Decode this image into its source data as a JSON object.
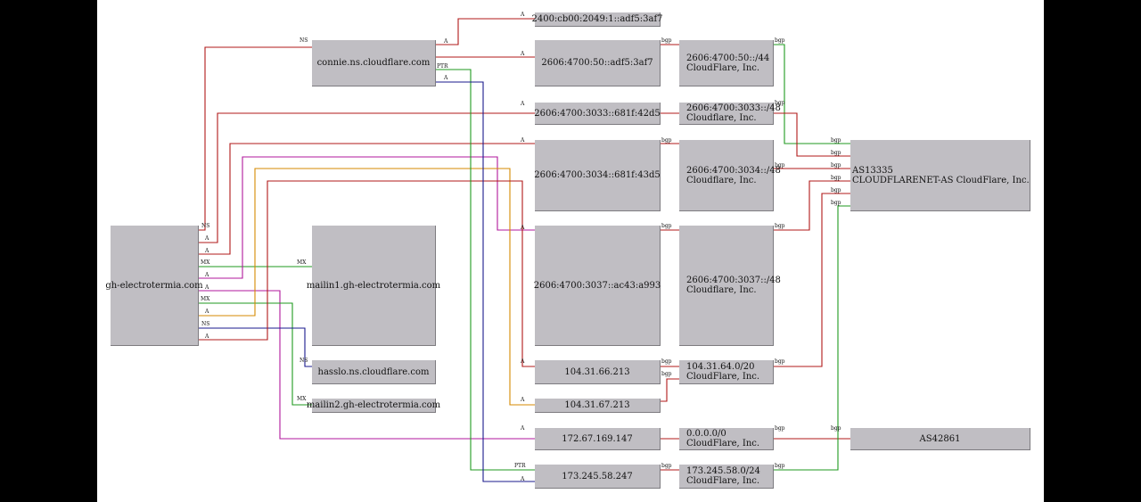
{
  "nodes": {
    "domain": "gh-electrotermia.com",
    "ns_connie": "connie.ns.cloudflare.com",
    "ns_hasslo": "hasslo.ns.cloudflare.com",
    "mail1": "mailin1.gh-electrotermia.com",
    "mail2": "mailin2.gh-electrotermia.com",
    "ip6_a": "2400:cb00:2049:1::adf5:3af7",
    "ip6_b": "2606:4700:50::adf5:3af7",
    "ip6_c": "2606:4700:3033::681f:42d5",
    "ip6_d": "2606:4700:3034::681f:43d5",
    "ip6_e": "2606:4700:3037::ac43:a993",
    "ip4_a": "104.31.66.213",
    "ip4_b": "104.31.67.213",
    "ip4_c": "172.67.169.147",
    "ip4_d": "173.245.58.247",
    "net_50": [
      "2606:4700:50::/44",
      "CloudFlare, Inc."
    ],
    "net_3033": [
      "2606:4700:3033::/48",
      "Cloudflare, Inc."
    ],
    "net_3034": [
      "2606:4700:3034::/48",
      "Cloudflare, Inc."
    ],
    "net_3037": [
      "2606:4700:3037::/48",
      "Cloudflare, Inc."
    ],
    "net_104": [
      "104.31.64.0/20",
      "CloudFlare, Inc."
    ],
    "net_zero": [
      "0.0.0.0/0",
      "CloudFlare, Inc."
    ],
    "net_173": [
      "173.245.58.0/24",
      "CloudFlare, Inc."
    ],
    "as13335": [
      "AS13335",
      "CLOUDFLARENET-AS CloudFlare, Inc."
    ],
    "as42861": "AS42861"
  },
  "edge_labels": {
    "ns": "NS",
    "a": "A",
    "mx": "MX",
    "ptr": "PTR",
    "bgp": "bgp"
  },
  "colors": {
    "ns": "#1a1a8c",
    "a": "#b01818",
    "mx": "#1f9a1f",
    "magenta": "#b0179c",
    "orange": "#d48a00",
    "node_fill": "#c0bec3"
  }
}
